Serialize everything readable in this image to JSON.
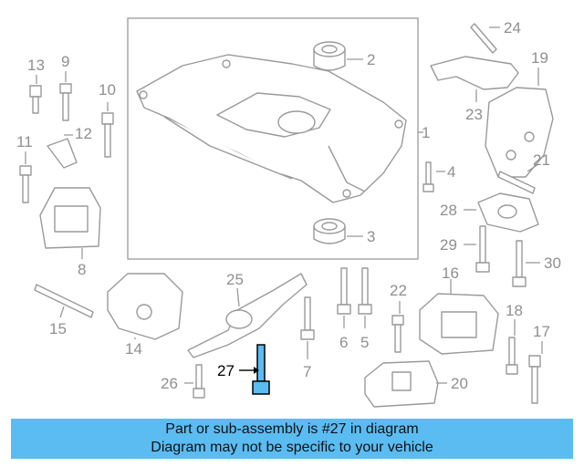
{
  "highlight_color": "#5bbcf2",
  "highlighted_part": "27",
  "callouts": [
    "1",
    "2",
    "3",
    "4",
    "5",
    "6",
    "7",
    "8",
    "9",
    "10",
    "11",
    "12",
    "13",
    "14",
    "15",
    "16",
    "17",
    "18",
    "19",
    "20",
    "21",
    "22",
    "23",
    "24",
    "25",
    "26",
    "27",
    "28",
    "29",
    "30"
  ],
  "banner": {
    "line1": "Part or sub-assembly is #27 in diagram",
    "line2": "Diagram may not be specific to your vehicle"
  }
}
